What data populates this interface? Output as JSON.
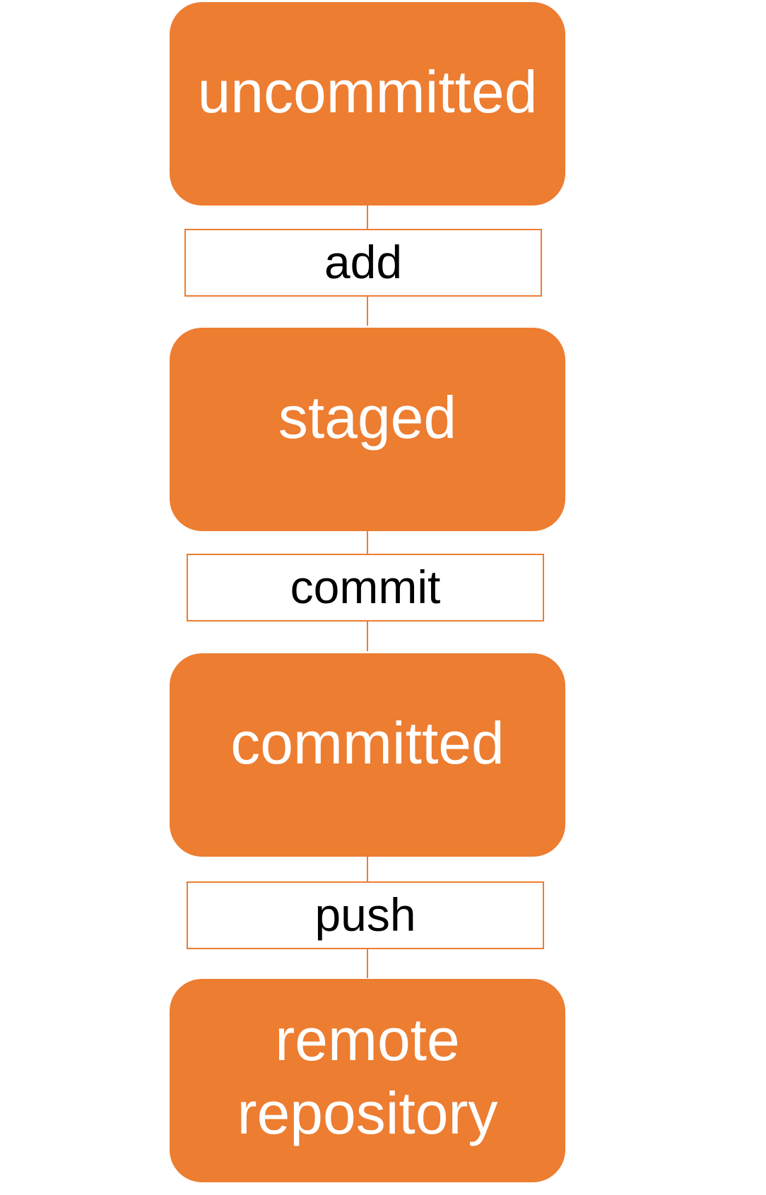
{
  "colors": {
    "state_fill": "#ED7D31",
    "state_text": "#FFFFFF",
    "action_border": "#ED7D31",
    "action_fill": "#FFFFFF",
    "action_text": "#000000"
  },
  "states": [
    {
      "label": "uncommitted"
    },
    {
      "label": "staged"
    },
    {
      "label": "committed"
    },
    {
      "label": "remote repository"
    }
  ],
  "actions": [
    {
      "label": "add"
    },
    {
      "label": "commit"
    },
    {
      "label": "push"
    }
  ]
}
